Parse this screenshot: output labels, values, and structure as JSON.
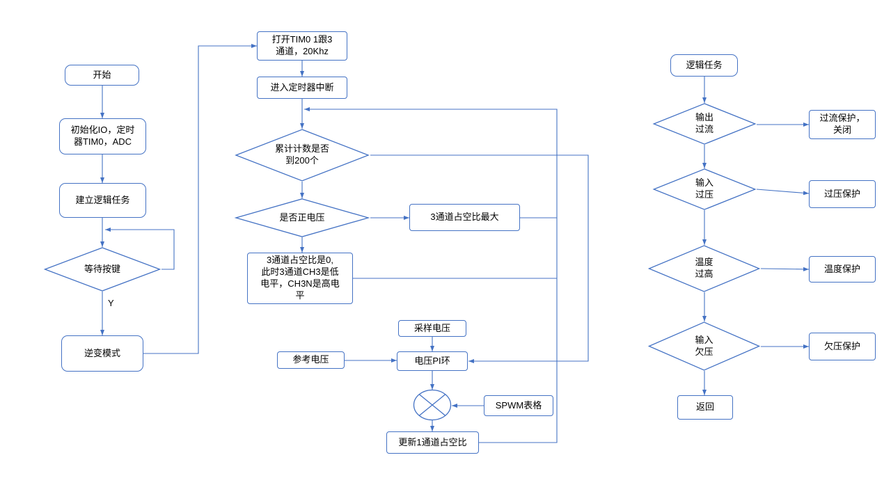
{
  "colors": {
    "background": "#FFFFFF",
    "shape_border": "#4472C4",
    "shape_fill": "#FFFFFF",
    "connector": "#4472C4",
    "text": "#000000"
  },
  "diagram": {
    "type": "flowchart",
    "nodes": {
      "start": {
        "label": "开始",
        "shape": "rounded-rect"
      },
      "init": {
        "label": "初始化IO，定时\n器TIM0，ADC",
        "shape": "rounded-rect"
      },
      "build_task": {
        "label": "建立逻辑任务",
        "shape": "rounded-rect"
      },
      "wait_key": {
        "label": "等待按键",
        "shape": "diamond"
      },
      "invert_mode": {
        "label": "逆变模式",
        "shape": "rounded-rect"
      },
      "open_tim0": {
        "label": "打开TIM0 1跟3\n通道，20Khz",
        "shape": "rect"
      },
      "timer_isr": {
        "label": "进入定时器中断",
        "shape": "rect"
      },
      "count_200": {
        "label": "累计计数是否\n到200个",
        "shape": "diamond"
      },
      "pos_voltage": {
        "label": "是否正电压",
        "shape": "diamond"
      },
      "ch3_duty_max": {
        "label": "3通道占空比最大",
        "shape": "rect"
      },
      "ch3_duty_zero": {
        "label": "3通道占空比是0,\n此时3通道CH3是低\n电平，CH3N是高电\n平",
        "shape": "rect"
      },
      "sample_voltage": {
        "label": "采样电压",
        "shape": "rect"
      },
      "ref_voltage": {
        "label": "参考电压",
        "shape": "rect"
      },
      "voltage_pi": {
        "label": "电压PI环",
        "shape": "rect"
      },
      "multiplier": {
        "label": "",
        "shape": "circle-multiply"
      },
      "spwm_table": {
        "label": "SPWM表格",
        "shape": "rect"
      },
      "update_duty": {
        "label": "更新1通道占空比",
        "shape": "rect"
      },
      "logic_task": {
        "label": "逻辑任务",
        "shape": "rounded-rect"
      },
      "out_overcurrent": {
        "label": "输出\n过流",
        "shape": "diamond"
      },
      "oc_protect": {
        "label": "过流保护，\n关闭",
        "shape": "rect"
      },
      "in_overvoltage": {
        "label": "输入\n过压",
        "shape": "diamond"
      },
      "ov_protect": {
        "label": "过压保护",
        "shape": "rect"
      },
      "over_temp": {
        "label": "温度\n过高",
        "shape": "diamond"
      },
      "temp_protect": {
        "label": "温度保护",
        "shape": "rect"
      },
      "in_undervoltage": {
        "label": "输入\n欠压",
        "shape": "diamond"
      },
      "uv_protect": {
        "label": "欠压保护",
        "shape": "rect"
      },
      "return_node": {
        "label": "返回",
        "shape": "rect"
      }
    },
    "edge_labels": {
      "wait_key_yes": "Y"
    },
    "edges": [
      "start->init",
      "init->build_task",
      "build_task->wait_key",
      "wait_key->wait_key(loop)",
      "wait_key->invert_mode[Y]",
      "invert_mode->open_tim0",
      "open_tim0->timer_isr",
      "timer_isr->count_200",
      "count_200->pos_voltage",
      "count_200->voltage_pi",
      "pos_voltage->ch3_duty_max",
      "pos_voltage->ch3_duty_zero",
      "ch3_duty_max->loopback",
      "ch3_duty_zero->loopback",
      "update_duty->loopback->count_200",
      "sample_voltage->voltage_pi",
      "ref_voltage->voltage_pi",
      "voltage_pi->multiplier",
      "spwm_table->multiplier",
      "multiplier->update_duty",
      "logic_task->out_overcurrent",
      "out_overcurrent->oc_protect",
      "out_overcurrent->in_overvoltage",
      "in_overvoltage->ov_protect",
      "in_overvoltage->over_temp",
      "over_temp->temp_protect",
      "over_temp->in_undervoltage",
      "in_undervoltage->uv_protect",
      "in_undervoltage->return_node"
    ]
  }
}
